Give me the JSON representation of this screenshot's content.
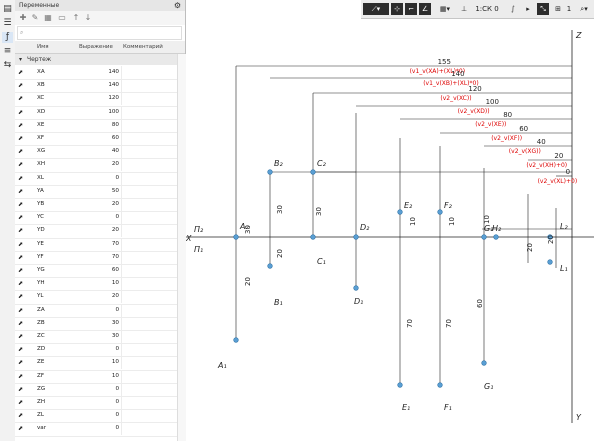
{
  "panel": {
    "title": "Переменные",
    "search_placeholder": "",
    "headers": {
      "name": "Имя",
      "value": "Выражение",
      "comment": "Комментарий"
    },
    "group_label": "Чертеж",
    "rows": [
      {
        "name": "XA",
        "value": "140"
      },
      {
        "name": "XB",
        "value": "140"
      },
      {
        "name": "XC",
        "value": "120"
      },
      {
        "name": "XD",
        "value": "100"
      },
      {
        "name": "XE",
        "value": "80"
      },
      {
        "name": "XF",
        "value": "60"
      },
      {
        "name": "XG",
        "value": "40"
      },
      {
        "name": "XH",
        "value": "20"
      },
      {
        "name": "XL",
        "value": "0"
      },
      {
        "name": "YA",
        "value": "50"
      },
      {
        "name": "YB",
        "value": "20"
      },
      {
        "name": "YC",
        "value": "0"
      },
      {
        "name": "YD",
        "value": "20"
      },
      {
        "name": "YE",
        "value": "70"
      },
      {
        "name": "YF",
        "value": "70"
      },
      {
        "name": "YG",
        "value": "60"
      },
      {
        "name": "YH",
        "value": "10"
      },
      {
        "name": "YL",
        "value": "20"
      },
      {
        "name": "ZA",
        "value": "0"
      },
      {
        "name": "ZB",
        "value": "30"
      },
      {
        "name": "ZC",
        "value": "30"
      },
      {
        "name": "ZD",
        "value": "0"
      },
      {
        "name": "ZE",
        "value": "10"
      },
      {
        "name": "ZF",
        "value": "10"
      },
      {
        "name": "ZG",
        "value": "0"
      },
      {
        "name": "ZH",
        "value": "0"
      },
      {
        "name": "ZL",
        "value": "0"
      },
      {
        "name": "var",
        "value": "0"
      }
    ]
  },
  "toolbar": {
    "layer": "1:СК 0",
    "step": "1"
  },
  "drawing": {
    "axis_z": "Z",
    "axis_x": "X",
    "axis_y": "Y",
    "pi2": "П₂",
    "pi1": "П₁",
    "top_dims": [
      {
        "v": "155",
        "expr": "(v1_v(XA)+(XL)*0)"
      },
      {
        "v": "140",
        "expr": "(v1_v(XB)+(XL)*0)"
      },
      {
        "v": "120",
        "expr": "(v2_v(XC))"
      },
      {
        "v": "100",
        "expr": "(v2_v(XD))"
      },
      {
        "v": "80",
        "expr": "(v2_v(XE))"
      },
      {
        "v": "60",
        "expr": "(v2_v(XF))"
      },
      {
        "v": "40",
        "expr": "(v2_v(XG))"
      },
      {
        "v": "20",
        "expr": "(v2_v(XH)+0)"
      },
      {
        "v": "0",
        "expr": "(v2_v(XL)+0)"
      }
    ],
    "point_labels": [
      "A₂",
      "A₁",
      "B₂",
      "B₁",
      "C₂",
      "C₁",
      "D₂",
      "D₁",
      "E₂",
      "E₁",
      "F₂",
      "F₁",
      "G₂",
      "H₂",
      "G₁",
      "L₂",
      "L₁"
    ],
    "dim_values": [
      "30",
      "20",
      "30",
      "30",
      "20",
      "10",
      "10",
      "70",
      "70",
      "60",
      "10",
      "20",
      "20"
    ]
  }
}
